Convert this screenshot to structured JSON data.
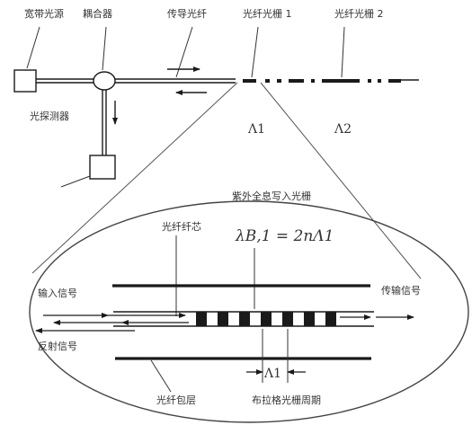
{
  "labels": {
    "broadband_source": "宽带光源",
    "coupler": "耦合器",
    "transmission_fiber": "传导光纤",
    "grating_1": "光纤光栅 1",
    "grating_2": "光纤光栅 2",
    "detector": "光探测器",
    "lambda_1": "Λ1",
    "lambda_2": "Λ2",
    "uv_writing": "紫外全息写入光栅",
    "fiber_core": "光纤纤芯",
    "bragg_formula": "λB,1 = 2nΛ1",
    "input_signal": "输入信号",
    "transmitted_signal": "传输信号",
    "reflected_signal": "反射信号",
    "fiber_cladding": "光纤包层",
    "grating_period_symbol": "Λ1",
    "bragg_grating_period": "布拉格光栅周期"
  },
  "colors": {
    "line": "#1a1a1a",
    "text": "#333333",
    "ellipse": "#444444",
    "zoom_line": "#555555"
  }
}
